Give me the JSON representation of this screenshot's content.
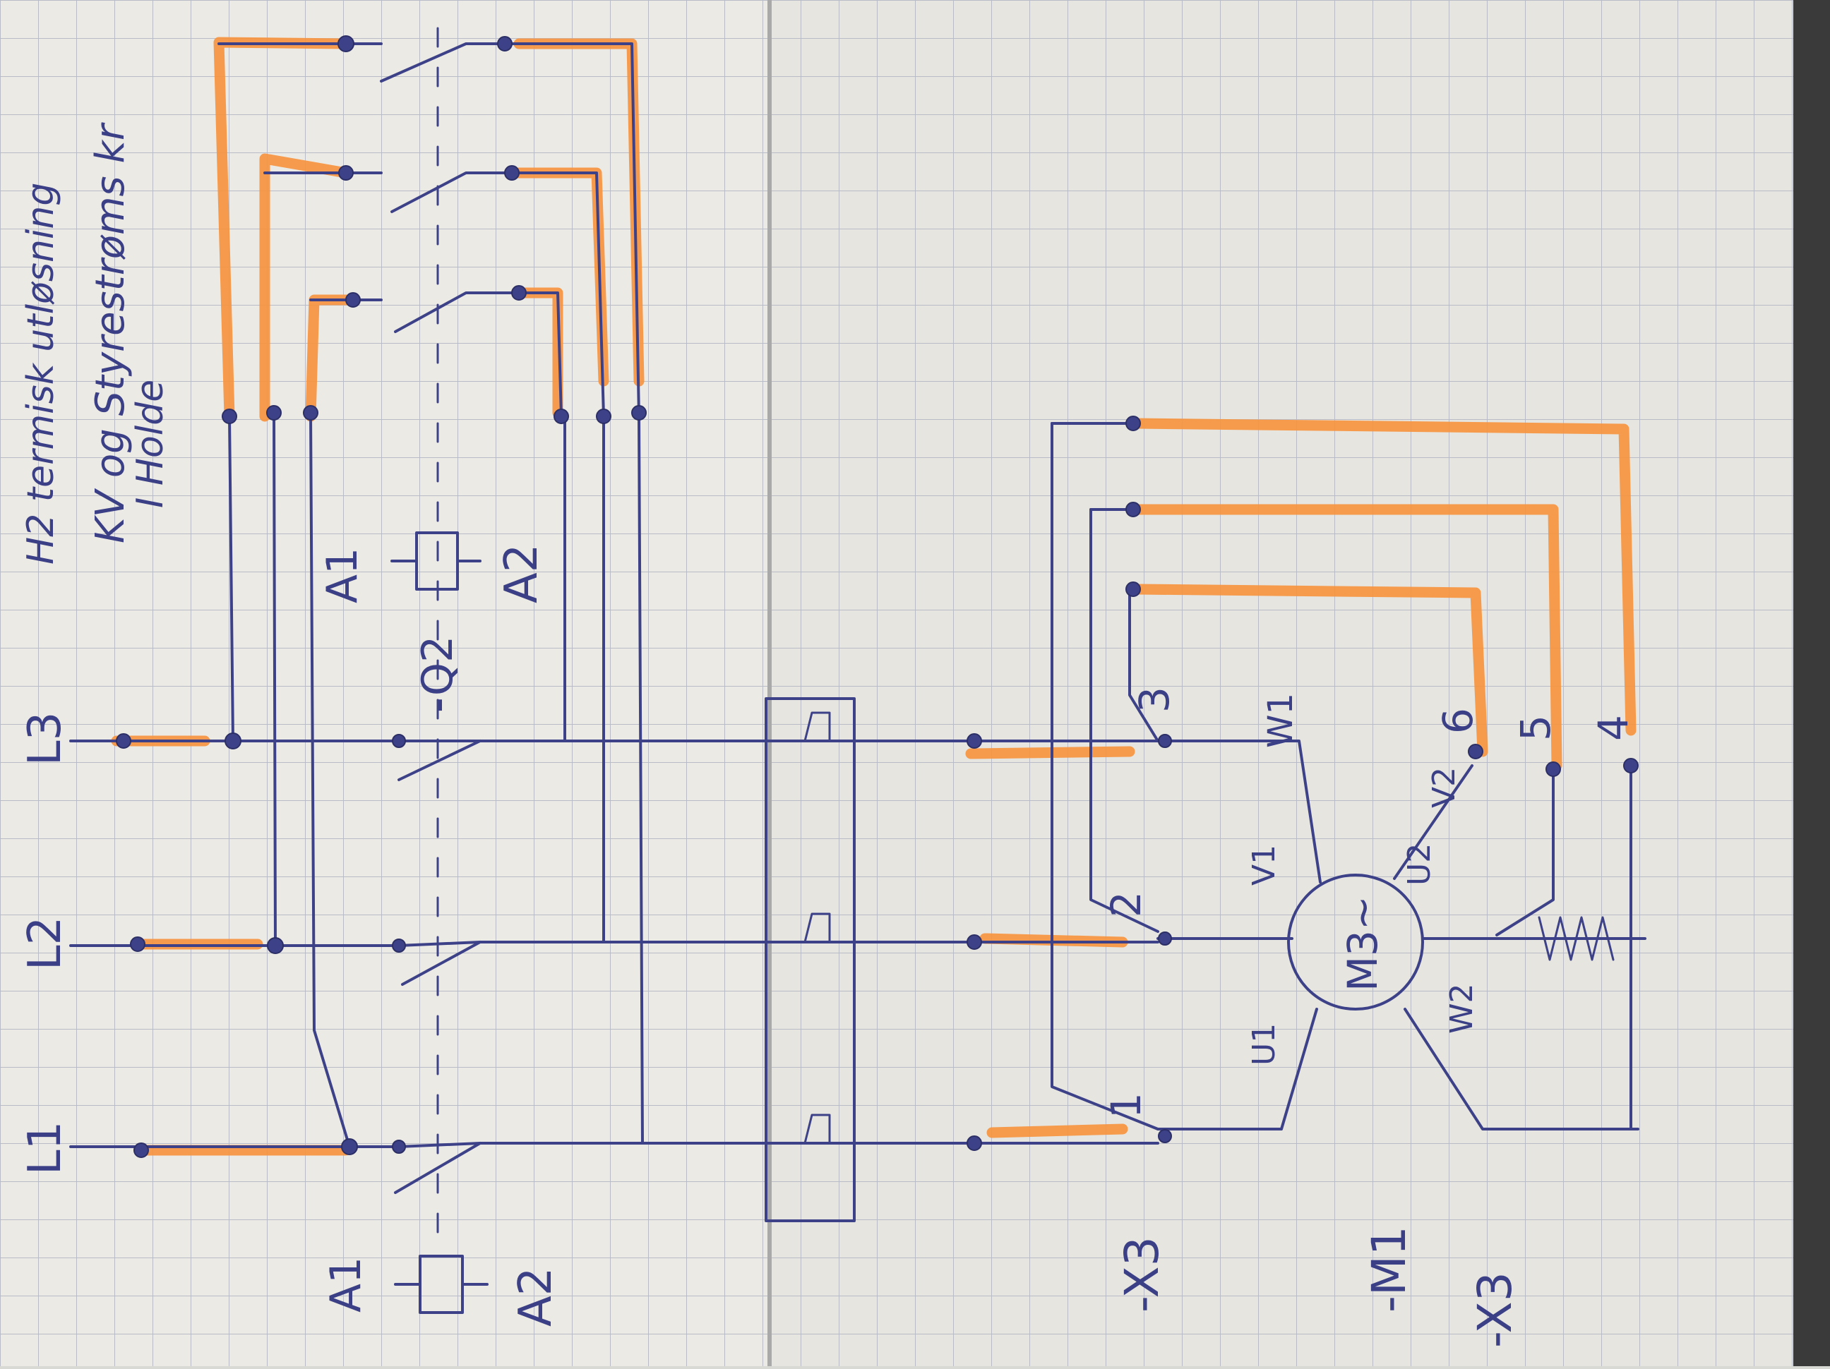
{
  "labels": {
    "note_top": "H2 termisk utløsning",
    "note_kv": "KV og Styrestrøms kr",
    "note_holde": "I Holde",
    "l1": "L1",
    "l2": "L2",
    "l3": "L3",
    "k1_a1": "A1",
    "k1_a2": "A2",
    "k2_a1": "A1",
    "k2_a2": "A2",
    "q2": "-Q2",
    "x3_top": "-X3",
    "m1": "-M1",
    "x3_bottom": "-X3",
    "motor": "M3~",
    "u1": "U1",
    "v1": "V1",
    "w1": "W1",
    "u2": "U2",
    "v2": "V2",
    "w2": "W2",
    "t1": "1",
    "t2": "2",
    "t3": "3",
    "t4": "4",
    "t5": "5",
    "t6": "6"
  },
  "colors": {
    "paper": "#eceae4",
    "grid": "#b9bcc6",
    "ink": "#3d4288",
    "highlight": "#f7923c",
    "shade": "#d8d8d4"
  }
}
